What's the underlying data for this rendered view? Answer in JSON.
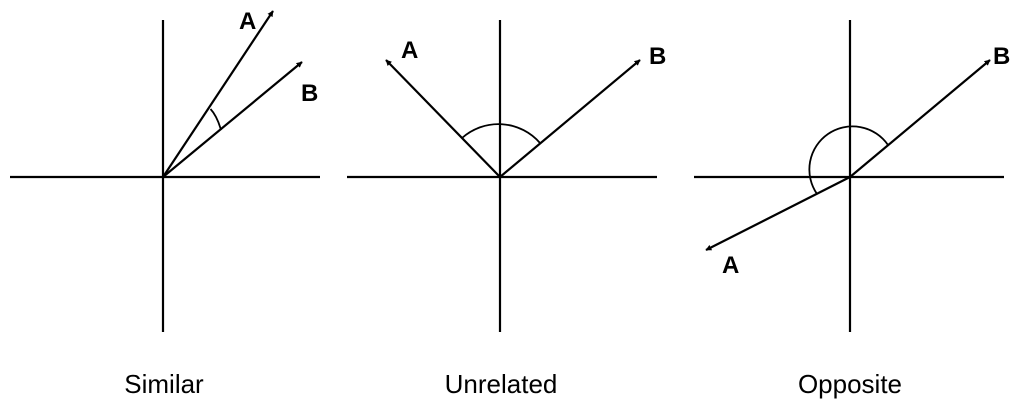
{
  "panels": [
    {
      "caption": "Similar",
      "vectors": [
        {
          "label": "A",
          "direction_deg": 55
        },
        {
          "label": "B",
          "direction_deg": 36
        }
      ]
    },
    {
      "caption": "Unrelated",
      "vectors": [
        {
          "label": "A",
          "direction_deg": 135
        },
        {
          "label": "B",
          "direction_deg": 40
        }
      ]
    },
    {
      "caption": "Opposite",
      "vectors": [
        {
          "label": "A",
          "direction_deg": 208
        },
        {
          "label": "B",
          "direction_deg": 40
        }
      ]
    }
  ]
}
